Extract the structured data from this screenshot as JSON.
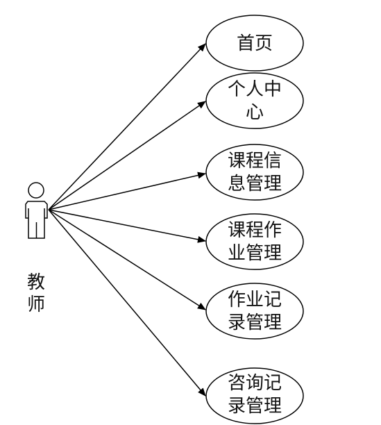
{
  "actor": {
    "label_line1": "教",
    "label_line2": "师"
  },
  "use_cases": [
    {
      "line1": "首页",
      "line2": ""
    },
    {
      "line1": "个人中",
      "line2": "心"
    },
    {
      "line1": "课程信",
      "line2": "息管理"
    },
    {
      "line1": "课程作",
      "line2": "业管理"
    },
    {
      "line1": "作业记",
      "line2": "录管理"
    },
    {
      "line1": "咨询记",
      "line2": "录管理"
    }
  ],
  "colors": {
    "stroke": "#000000",
    "background": "#ffffff"
  }
}
